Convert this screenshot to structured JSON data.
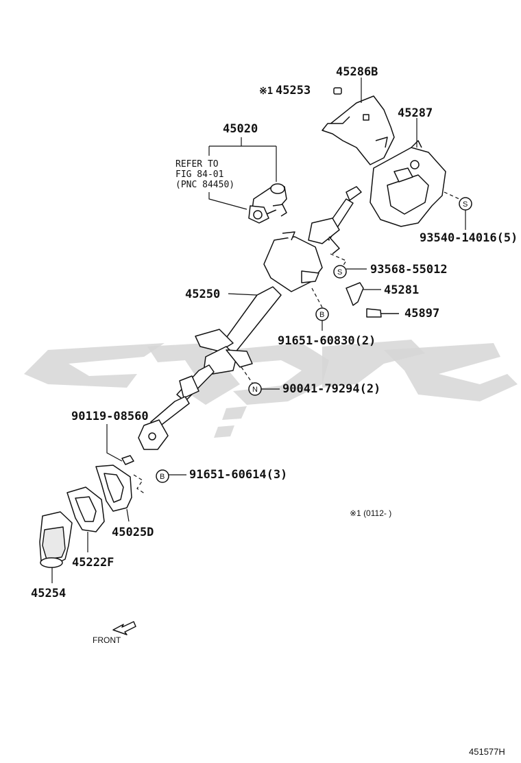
{
  "watermark_text": "قطعه‌یاب",
  "parts": {
    "p45286B": "45286B",
    "p45253": "45253",
    "p45253_mark": "※1",
    "p45287": "45287",
    "p45020": "45020",
    "p93540": "93540-14016(5)",
    "p93568": "93568-55012",
    "p45281": "45281",
    "p45250": "45250",
    "p45897": "45897",
    "p91651_60830": "91651-60830(2)",
    "p90041": "90041-79294(2)",
    "p90119": "90119-08560",
    "p91651_60614": "91651-60614(3)",
    "p45025D": "45025D",
    "p45222F": "45222F",
    "p45254": "45254"
  },
  "reference": {
    "line1": "REFER TO",
    "line2": "FIG 84-01",
    "line3": "(PNC 84450)"
  },
  "symbols": {
    "s1": "S",
    "s2": "S",
    "b1": "B",
    "n1": "N",
    "b2": "B"
  },
  "note": "※1 (0112-       )",
  "front_label": "FRONT",
  "figure_id": "451577H"
}
